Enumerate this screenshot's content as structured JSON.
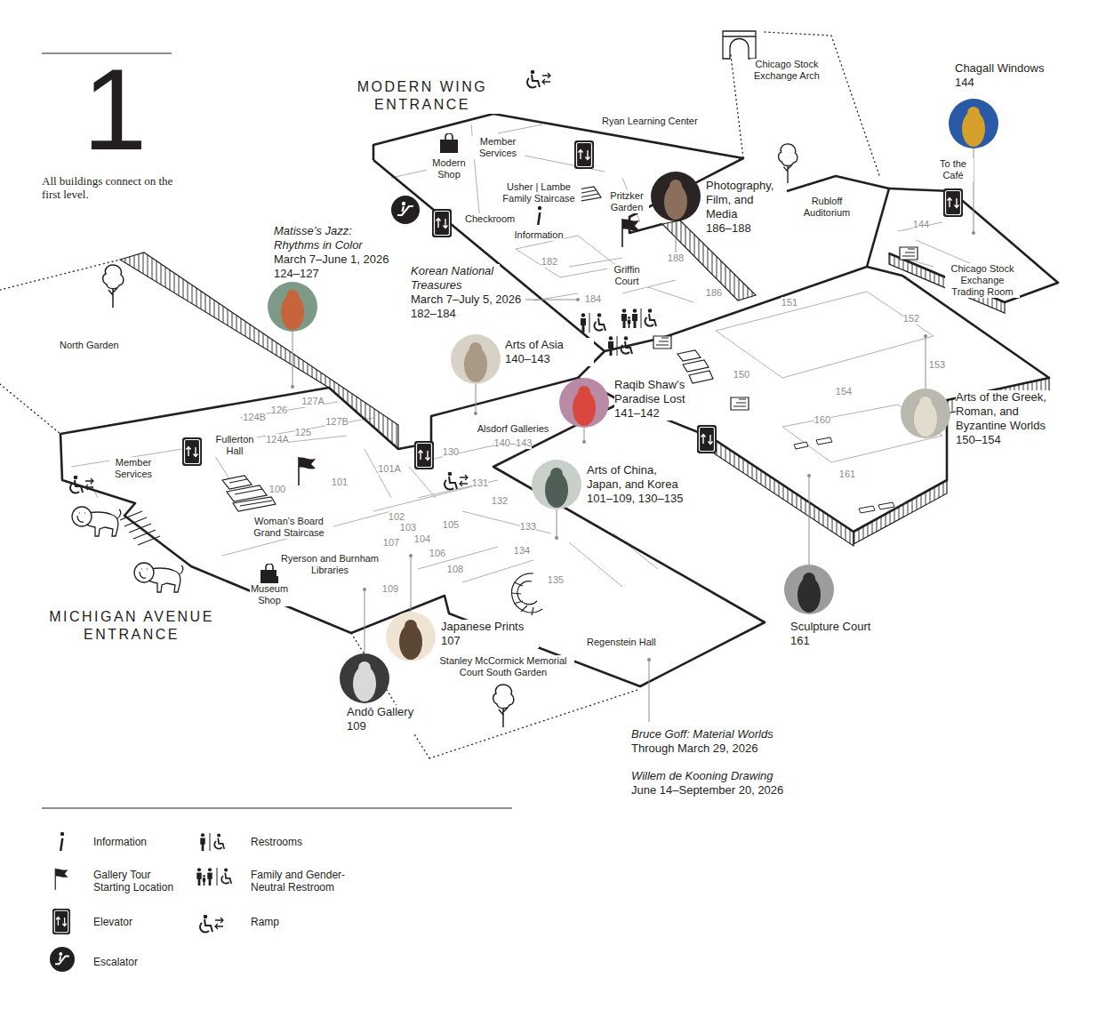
{
  "diagram": {
    "title": "1",
    "caption": "All buildings connect on the first level.",
    "nodes": [
      {
        "text": [
          "Matisse’s Jazz: Rhythms in Color",
          "March 7–June 1, 2026",
          "124–127"
        ]
      },
      {
        "text": [
          "Photography, Film, and Media",
          "186–188"
        ]
      },
      {
        "text": [
          "Chagall Windows",
          "144"
        ]
      },
      {
        "text": [
          "Arts of Asia",
          "140–143"
        ]
      },
      {
        "text": [
          "Raqib Shaw’s Paradise Lost",
          "141–142"
        ]
      },
      {
        "text": [
          "Arts of China, Japan, and Korea",
          "101–109, 130–135"
        ]
      },
      {
        "text": [
          "Arts of the Greek, Roman, and Byzantine Worlds",
          "150–154"
        ]
      },
      {
        "text": [
          "Japanese Prints",
          "107"
        ]
      },
      {
        "text": [
          "Andō Gallery",
          "109"
        ]
      },
      {
        "text": [
          "Sculpture Court",
          "161"
        ]
      }
    ],
    "labels": [
      "MODERN WING ENTRANCE",
      "MICHIGAN AVENUE ENTRANCE",
      "Chicago Stock Exchange Arch",
      "Ryan Learning Center",
      "Member Services",
      "Modern Shop",
      "Usher | Lambe Family Staircase",
      "Information",
      "Checkroom",
      "Pritzker Garden",
      "Rubloff Auditorium",
      "To the Café",
      "144",
      "Chicago Stock Exchange Trading Room",
      "182",
      "184",
      "Griffin Court",
      "188",
      "186",
      "151",
      "152",
      "153",
      "150",
      "154",
      "160",
      "161",
      "North Garden",
      "Korean National Treasures",
      "March 7–July 5, 2026",
      "182–184",
      "124B",
      "126",
      "127A",
      "125",
      "127B",
      "124A",
      "Fullerton Hall",
      "Member Services",
      "101A",
      "130",
      "131",
      "100",
      "101",
      "Woman’s Board Grand Staircase",
      "102",
      "103",
      "107",
      "104",
      "105",
      "106",
      "132",
      "133",
      "134",
      "108",
      "109",
      "135",
      "Ryerson and Burnham Libraries",
      "Museum Shop",
      "Alsdorf Galleries",
      "140–143",
      "Regenstein Hall",
      "Stanley McCormick Memorial Court South Garden",
      "Bruce Goff: Material Worlds",
      "Through March 29, 2026",
      "Willem de Kooning Drawing",
      "June 14–September 20, 2026"
    ],
    "legend": [
      {
        "text": "Information"
      },
      {
        "text": "Gallery Tour Starting Location"
      },
      {
        "text": "Elevator"
      },
      {
        "text": "Escalator"
      },
      {
        "text": "Restrooms"
      },
      {
        "text": "Family and Gender-Neutral Restroom"
      },
      {
        "text": "Ramp"
      }
    ]
  }
}
